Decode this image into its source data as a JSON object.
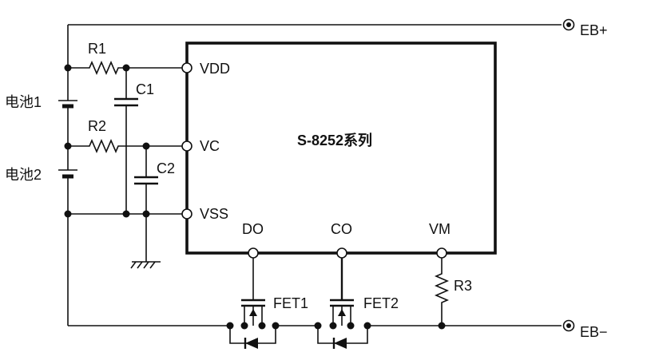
{
  "ic": {
    "title": "S-8252系列",
    "pins": {
      "vdd": "VDD",
      "vc": "VC",
      "vss": "VSS",
      "do": "DO",
      "co": "CO",
      "vm": "VM"
    }
  },
  "batteries": {
    "cell1": "电池1",
    "cell2": "电池2"
  },
  "components": {
    "r1": "R1",
    "r2": "R2",
    "r3": "R3",
    "c1": "C1",
    "c2": "C2",
    "fet1": "FET1",
    "fet2": "FET2"
  },
  "terminals": {
    "pos": "EB+",
    "neg": "EB−"
  }
}
